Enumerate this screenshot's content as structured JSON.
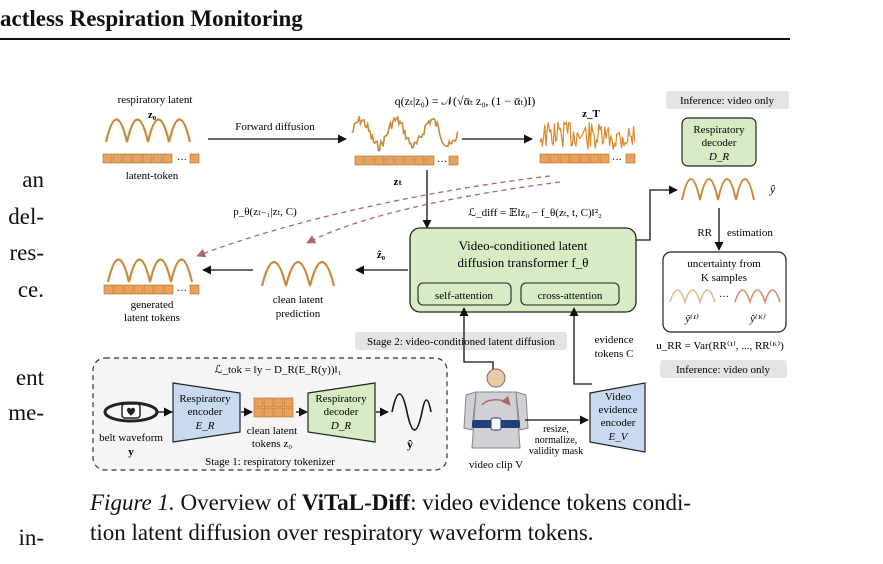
{
  "header": {
    "title": "actless Respiration Monitoring"
  },
  "left_margin": [
    "an",
    "del-",
    "res-",
    "ce.",
    "ent",
    "me-",
    "in-"
  ],
  "figure": {
    "respiratory_latent_label": "respiratory latent",
    "z0_label": "z₀",
    "latent_token_label": "latent-token",
    "forward_diffusion_label": "Forward diffusion",
    "q_equation": "q(zₜ|z₀) = 𝒩(√ᾱₜ z₀, (1 − ᾱₜ)I)",
    "zt_label": "zₜ",
    "zT_label": "z_T",
    "inference_top": "Inference: video only",
    "resp_decoder_top_line1": "Respiratory",
    "resp_decoder_top_line2": "decoder",
    "resp_decoder_top_sub": "D_R",
    "y_hat_label": "ŷ",
    "p_theta_label": "p_θ(zₜ₋₁|zₜ, C)",
    "loss_diff_label": "ℒ_diff = 𝔼‖z₀ − f_θ(zₜ, t, C)‖²₂",
    "transformer_line1": "Video-conditioned latent",
    "transformer_line2": "diffusion transformer f_θ",
    "self_attention": "self-attention",
    "cross_attention": "cross-attention",
    "rr_label": "RR",
    "estimation_label": "estimation",
    "uncertainty_line1": "uncertainty from",
    "uncertainty_line2": "K samples",
    "y1_label": "ŷ⁽¹⁾",
    "yK_label": "ŷ⁽ᴷ⁾",
    "dots": "···",
    "z0_hat_label": "ẑ₀",
    "generated_line1": "generated",
    "generated_line2": "latent tokens",
    "clean_latent_line1": "clean latent",
    "clean_latent_line2": "prediction",
    "stage2_label": "Stage 2: video-conditioned latent diffusion",
    "evidence_line1": "evidence",
    "evidence_line2": "tokens C",
    "u_rr_label": "u_RR = Var(RR⁽¹⁾, ..., RR⁽ᴷ⁾)",
    "inference_bottom": "Inference: video only",
    "loss_tok_label": "ℒ_tok = ‖y − D_R(E_R(y))‖₁",
    "belt_line1": "belt waveform",
    "belt_line2": "y",
    "resp_encoder_line1": "Respiratory",
    "resp_encoder_line2": "encoder",
    "resp_encoder_sub": "E_R",
    "clean_tokens_line1": "clean latent",
    "clean_tokens_line2": "tokens z₀",
    "resp_decoder_bottom_line1": "Respiratory",
    "resp_decoder_bottom_line2": "decoder",
    "resp_decoder_bottom_sub": "D_R",
    "y_hat_bold": "ŷ",
    "stage1_label": "Stage 1: respiratory tokenizer",
    "video_clip_label": "video clip V",
    "resize_line1": "resize,",
    "resize_line2": "normalize,",
    "resize_line3": "validity mask",
    "video_enc_line1": "Video",
    "video_enc_line2": "evidence",
    "video_enc_line3": "encoder",
    "video_enc_sub": "E_V",
    "colors": {
      "waveform": "#c98a3b",
      "token": "#e8a25b",
      "green_box": "#d7ecc4",
      "blue_box": "#c9daf0",
      "gray_box": "#e4e4e4",
      "dashed_arrow": "#a86a66"
    }
  },
  "caption": {
    "fig_label": "Figure 1.",
    "text_before": " Overview of ",
    "model_name": "ViTaL-Diff",
    "text_line1_after": ": video evidence tokens condi-",
    "text_line2": "tion latent diffusion over respiratory waveform tokens."
  }
}
